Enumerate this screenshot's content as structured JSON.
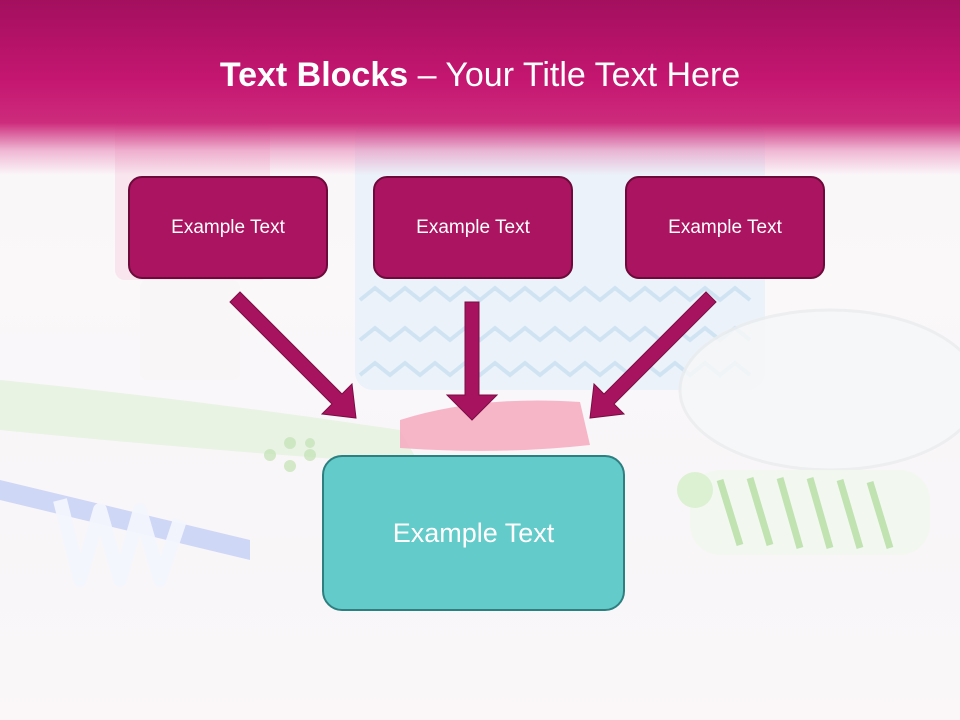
{
  "slide": {
    "title_bold": "Text Blocks",
    "title_separator": " – ",
    "title_rest": "Your Title Text Here",
    "top_boxes": [
      {
        "label": "Example Text"
      },
      {
        "label": "Example Text"
      },
      {
        "label": "Example Text"
      }
    ],
    "main_box": {
      "label": "Example Text"
    }
  },
  "colors": {
    "title_band": "#c41670",
    "top_box_fill": "#ab1460",
    "top_box_border": "#6e0a3b",
    "arrow": "#a8135f",
    "main_box_fill": "#63cbc9",
    "main_box_border": "#2d7f80"
  },
  "background_image": "toothbrushes-and-toothpaste-photo"
}
